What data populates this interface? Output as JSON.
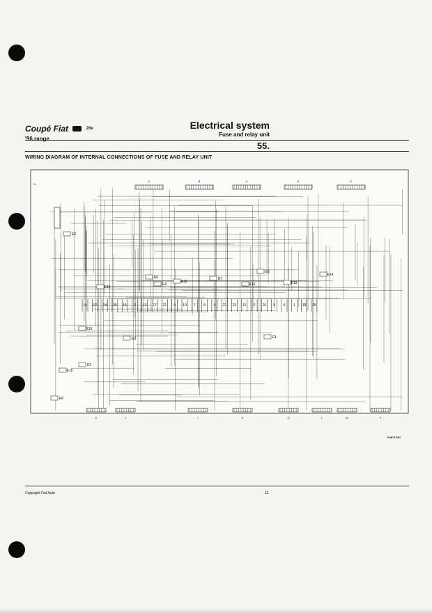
{
  "header": {
    "brand": "Coupé Fiat",
    "brand_variant": "20v",
    "range": "'96 range",
    "system_title": "Electrical system",
    "subtitle": "Fuse and relay unit",
    "section_number": "55."
  },
  "diagram": {
    "title": "WIRING DIAGRAM OF INTERNAL CONNECTIONS OF FUSE AND RELAY UNIT",
    "corner_label": "1L",
    "top_connectors": [
      "A",
      "B",
      "C",
      "D",
      "E"
    ],
    "bottom_connectors": [
      "K",
      "J",
      "I",
      "H",
      "G",
      "L",
      "M",
      "F"
    ],
    "relays": [
      "E9",
      "E6",
      "E12",
      "E4",
      "E13",
      "E7",
      "E5",
      "E10",
      "E19",
      "E14",
      "E16",
      "E2",
      "E1",
      "E15",
      "E3",
      "E8"
    ],
    "fuses": [
      "14",
      "12",
      "24",
      "20",
      "15",
      "3",
      "13",
      "17",
      "21",
      "9",
      "10",
      "7",
      "8",
      "4",
      "22",
      "23",
      "11",
      "2",
      "16",
      "5",
      "6",
      "1",
      "18",
      "25"
    ],
    "drawing_reference": "P3871G01"
  },
  "footer": {
    "copyright": "Copyright Fiat Auto",
    "page_number": "11"
  }
}
